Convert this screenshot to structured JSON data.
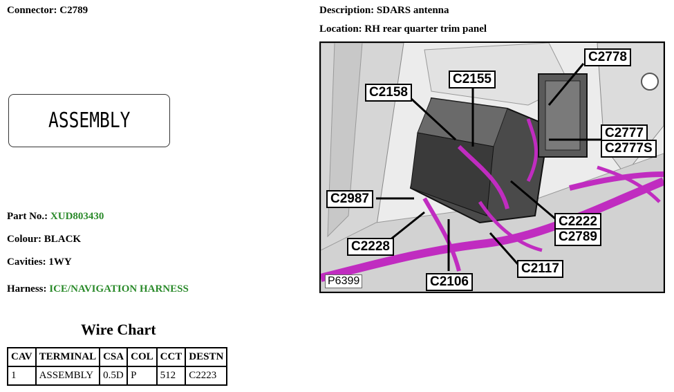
{
  "connector": {
    "label": "Connector:",
    "value": "C2789"
  },
  "description": {
    "label": "Description:",
    "value": "SDARS antenna"
  },
  "location": {
    "label": "Location:",
    "value": "RH rear quarter trim panel"
  },
  "assembly_image_text": "ASSEMBLY",
  "part": {
    "label": "Part No.:",
    "value": "XUD803430"
  },
  "colour": {
    "label": "Colour:",
    "value": "BLACK"
  },
  "cavities": {
    "label": "Cavities:",
    "value": "1WY"
  },
  "harness": {
    "label": "Harness:",
    "value": "ICE/NAVIGATION HARNESS"
  },
  "wire_chart": {
    "title": "Wire Chart",
    "headers": [
      "CAV",
      "TERMINAL",
      "CSA",
      "COL",
      "CCT",
      "DESTN"
    ],
    "rows": [
      [
        "1",
        "ASSEMBLY",
        "0.5D",
        "P",
        "512",
        "C2223"
      ]
    ]
  },
  "figure": {
    "id": "P6399",
    "callouts": [
      "C2778",
      "C2155",
      "C2158",
      "C2777",
      "C2777S",
      "C2987",
      "C2222",
      "C2789",
      "C2228",
      "C2117",
      "C2106"
    ]
  },
  "colors": {
    "link_green": "#2a8a2a",
    "harness_magenta": "#c02cc0"
  }
}
